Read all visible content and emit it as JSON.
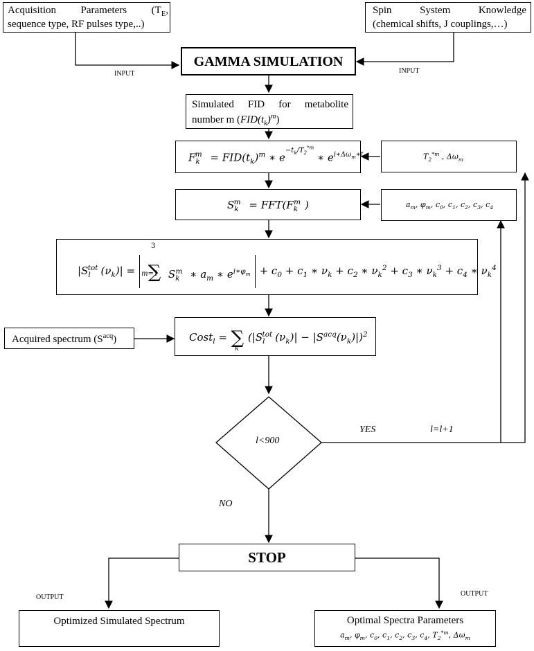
{
  "acq_params": {
    "line1": "Acquisition Parameters (T",
    "line1_sub": "E",
    "line1_end": ",",
    "line2": "sequence type, RF pulses type,..)"
  },
  "spin": {
    "line1": "Spin System Knowledge",
    "line2": "(chemical shifts, J couplings,…)"
  },
  "gamma": "GAMMA SIMULATION",
  "input_left": "INPUT",
  "input_right": "INPUT",
  "fid": {
    "line1": "Simulated FID for metabolite",
    "line2": "number m (",
    "line2_expr": "FID(t",
    "line2_sub": "k",
    "line2_sup": "m",
    "line2_end": ")"
  },
  "eq_fk": "F = FID(t)ᵐ ∗ e^(−t/T₂*ᵐ) ∗ e^(i∗Δωₘ∗tₖ)",
  "eq_sk": "S = FFT(F)",
  "eq_stot": "|S(ν)| = |Σ Sₖᵐ ∗ aₘ ∗ e^(i∗φₘ)| + c₀ + c₁∗νₖ + c₂∗νₖ² + c₃∗νₖ³ + c₄∗νₖ⁴",
  "eq_cost": "Cost = Σ (|S(ν)| − |S(ν)|)²",
  "params_t2": "T₂*ᵐ, Δωₘ",
  "params_a": "aₘ, φₘ, c₀, c₁, c₂, c₃, c₄",
  "acquired": {
    "label": "Acquired spectrum (S",
    "sup": "acq",
    "end": ")"
  },
  "decision": "l<900",
  "yes": "YES",
  "increment": "l=l+1",
  "no": "NO",
  "stop": "STOP",
  "output_left": "OUTPUT",
  "output_right": "OUTPUT",
  "opt_sim": "Optimized Simulated Spectrum",
  "opt_params": {
    "title": "Optimal Spectra Parameters",
    "vars": "aₘ, φₘ, c₀, c₁, c₂, c₃, c₄, T₂*ᵐ, Δωₘ"
  }
}
